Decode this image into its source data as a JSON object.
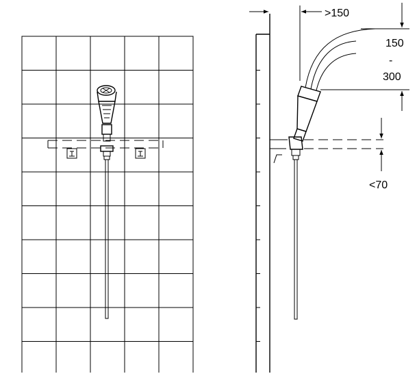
{
  "dimensions": {
    "min_offset": ">150",
    "height_min": "150",
    "height_sep": "-",
    "height_max": "300",
    "max_projection": "<70"
  },
  "colors": {
    "line": "#000000",
    "background": "#ffffff",
    "tile_fill": "#ffffff"
  },
  "icons": [
    "tile-grid",
    "shower-head-front",
    "shower-head-side",
    "hose",
    "slide-rail",
    "wall-bracket",
    "dimension-arrow"
  ]
}
